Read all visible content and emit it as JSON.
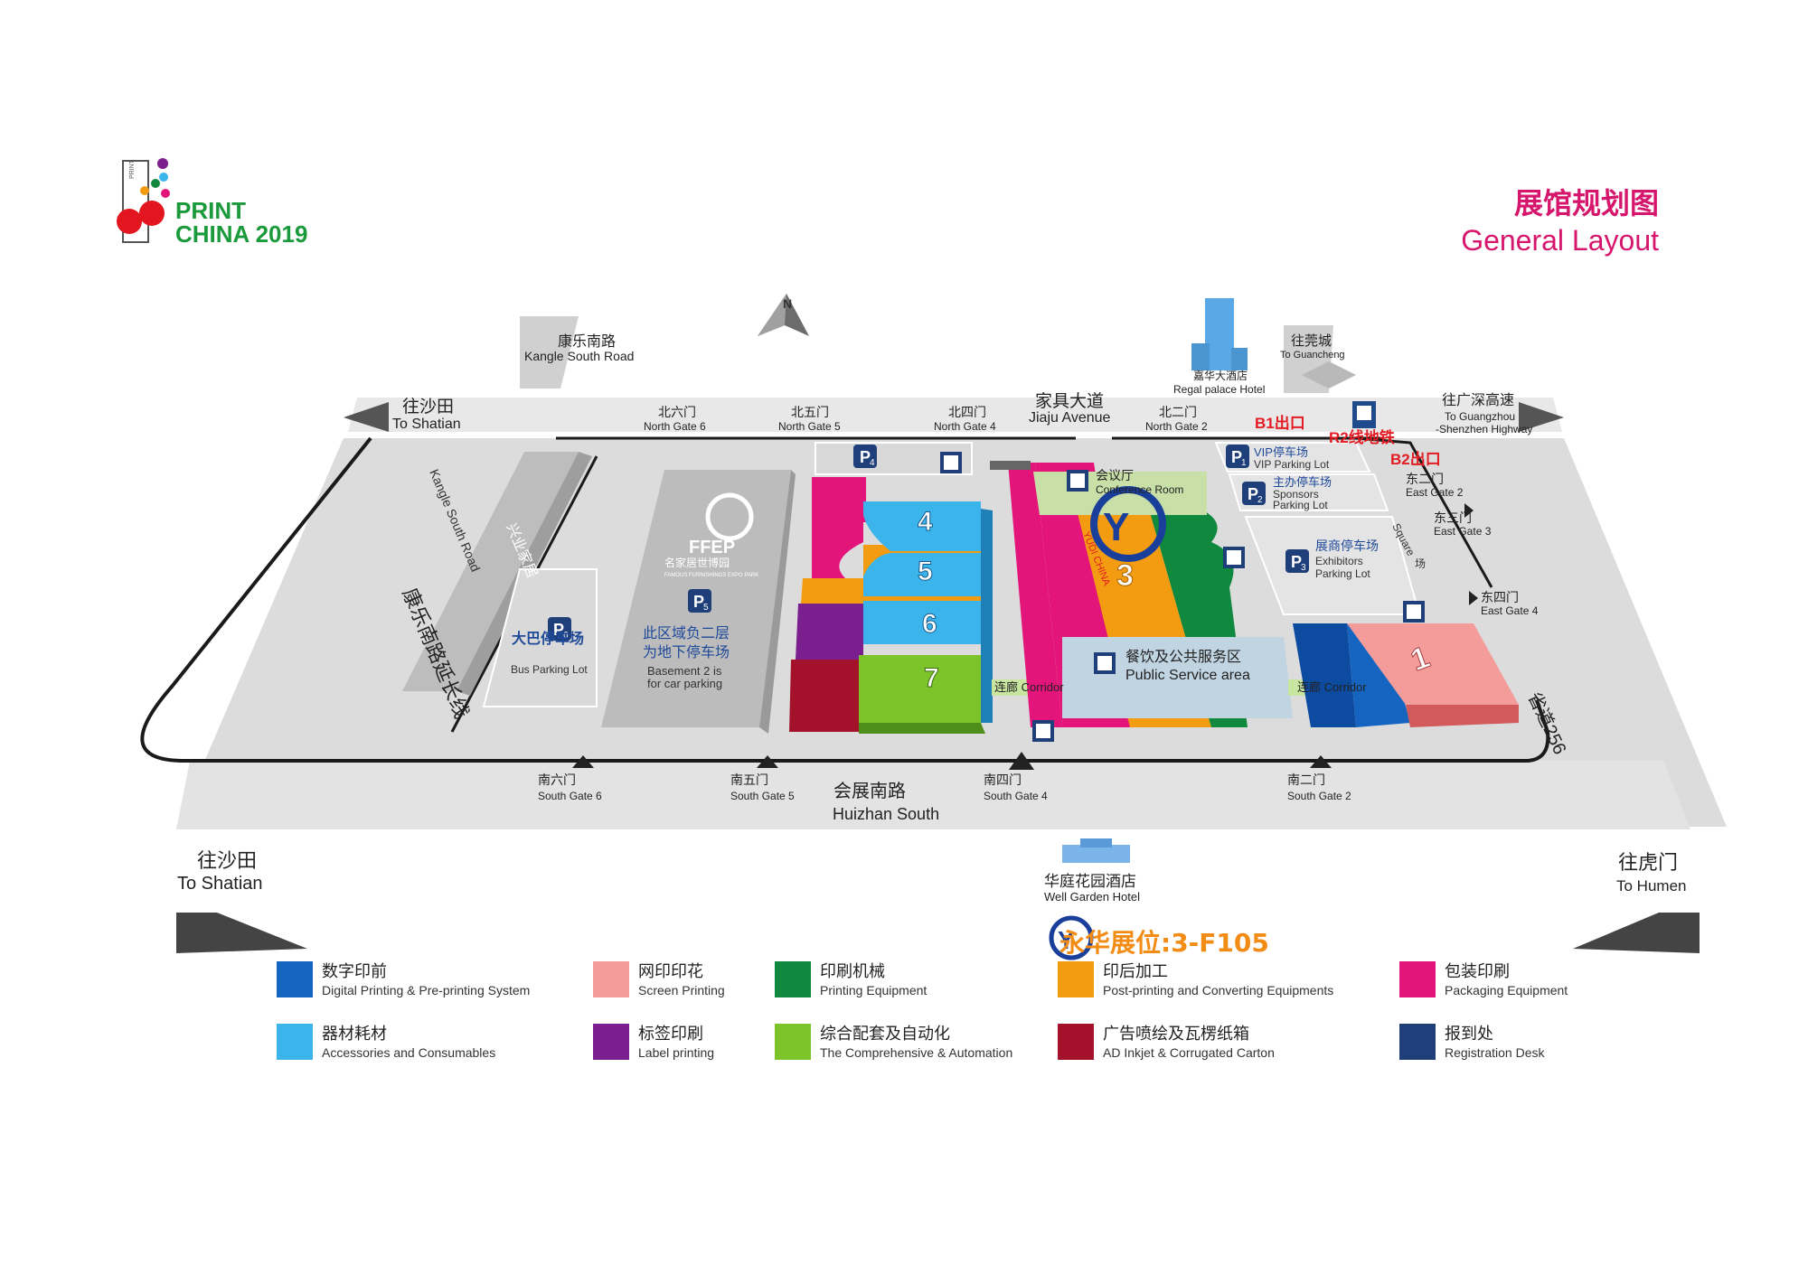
{
  "header": {
    "brand_line1": "PRINT",
    "brand_line2": "CHINA 2019",
    "logo_small_text": "PRINT",
    "title_zh": "展馆规划图",
    "title_en": "General Layout"
  },
  "compass": {
    "letter": "N"
  },
  "roads": {
    "kangle_zh": "康乐南路",
    "kangle_en": "Kangle South Road",
    "to_shatian_top_zh": "往沙田",
    "to_shatian_top_en": "To Shatian",
    "jiaju_zh": "家具大道",
    "jiaju_en": "Jiaju Avenue",
    "to_guancheng_zh": "往莞城",
    "to_guancheng_en": "To Guancheng",
    "to_highway_zh": "往广深高速",
    "to_highway_en1": "To Guangzhou",
    "to_highway_en2": "-Shenzhen Highway",
    "kangle_side_en": "Kangle South Road",
    "kangle_ext_zh": "康乐南路延长线",
    "huizhan_zh": "会展南路",
    "huizhan_en": "Huizhan South",
    "to_shatian_bottom_zh": "往沙田",
    "to_shatian_bottom_en": "To Shatian",
    "to_humen_zh": "往虎门",
    "to_humen_en": "To Humen",
    "provincial_zh": "省道256",
    "square_en": "Square",
    "square_zh": "场"
  },
  "hotels": {
    "regal_zh": "嘉华大酒店",
    "regal_en": "Regal palace Hotel",
    "well_zh": "华庭花园酒店",
    "well_en": "Well Garden Hotel"
  },
  "gates": {
    "north6_zh": "北六门",
    "north6_en": "North Gate  6",
    "north5_zh": "北五门",
    "north5_en": "North Gate 5",
    "north4_zh": "北四门",
    "north4_en": "North Gate 4",
    "north2_zh": "北二门",
    "north2_en": "North Gate 2",
    "east2_zh": "东二门",
    "east2_en": "East Gate 2",
    "east3_zh": "东三门",
    "east3_en": "East Gate 3",
    "east4_zh": "东四门",
    "east4_en": "East Gate 4",
    "south6_zh": "南六门",
    "south6_en": "South Gate 6",
    "south5_zh": "南五门",
    "south5_en": "South Gate 5",
    "south4_zh": "南四门",
    "south4_en": "South Gate 4",
    "south2_zh": "南二门",
    "south2_en": "South Gate 2"
  },
  "metro": {
    "b1": "B1出口",
    "r2": "R2线地铁",
    "b2": "B2出口"
  },
  "parking": {
    "p1_num": "1",
    "p1_zh": "VIP停车场",
    "p1_en": "VIP Parking Lot",
    "p2_num": "2",
    "p2_zh": "主办停车场",
    "p2_en1": "Sponsors",
    "p2_en2": "Parking Lot",
    "p3_num": "3",
    "p3_zh": "展商停车场",
    "p3_en1": "Exhibitors",
    "p3_en2": "Parking Lot",
    "p4_num": "4",
    "p5_num": "5",
    "p5_zh1": "此区域负二层",
    "p5_zh2": "为地下停车场",
    "p5_en1": "Basement 2 is",
    "p5_en2": "for car parking",
    "p6_num": "6",
    "p6_zh": "大巴停车场",
    "p6_en": "Bus Parking Lot"
  },
  "areas": {
    "xingye_zh": "兴业家居",
    "ffep_en": "FFEP",
    "ffep_zh": "名家居世博园",
    "ffep_sub": "FAMOUS FURNISHINGS EXPO PARK",
    "conference_zh": "会议厅",
    "conference_en": "Conference Room",
    "service_zh": "餐饮及公共服务区",
    "service_en": "Public Service area",
    "corridor_left": "连廊 Corridor",
    "corridor_right": "连廊 Corridor",
    "yongda_logo": "YUDI CHINA"
  },
  "halls": {
    "h1": "1",
    "h3": "3",
    "h4": "4",
    "h5": "5",
    "h6": "6",
    "h7": "7"
  },
  "booth": {
    "label": "永华展位:3-F105"
  },
  "legend": [
    {
      "zh": "数字印前",
      "en": "Digital Printing & Pre-printing System",
      "color": "#1565c0"
    },
    {
      "zh": "网印印花",
      "en": "Screen Printing",
      "color": "#f49c9a"
    },
    {
      "zh": "印刷机械",
      "en": "Printing Equipment",
      "color": "#10893e"
    },
    {
      "zh": "印后加工",
      "en": "Post-printing and Converting Equipments",
      "color": "#f39c12"
    },
    {
      "zh": "包装印刷",
      "en": "Packaging Equipment",
      "color": "#e3157a"
    },
    {
      "zh": "器材耗材",
      "en": "Accessories and Consumables",
      "color": "#3bb4ec"
    },
    {
      "zh": "标签印刷",
      "en": "Label printing",
      "color": "#7b1f8e"
    },
    {
      "zh": "综合配套及自动化",
      "en": "The Comprehensive & Automation",
      "color": "#7cc42a"
    },
    {
      "zh": "广告喷绘及瓦楞纸箱",
      "en": "AD Inkjet & Corrugated Carton",
      "color": "#a3122a"
    },
    {
      "zh": "报到处",
      "en": "Registration Desk",
      "color": "#1f3f7a"
    }
  ],
  "colors": {
    "digital": "#1565c0",
    "screen": "#f49c9a",
    "machinery": "#10893e",
    "post": "#f39c12",
    "packaging": "#e3157a",
    "accessories": "#3bb4ec",
    "label": "#7b1f8e",
    "automation": "#7cc42a",
    "inkjet": "#a3122a",
    "registration": "#1f3f7a",
    "title": "#d6156c",
    "booth": "#f28c14",
    "brand": "#1a9a3a"
  }
}
